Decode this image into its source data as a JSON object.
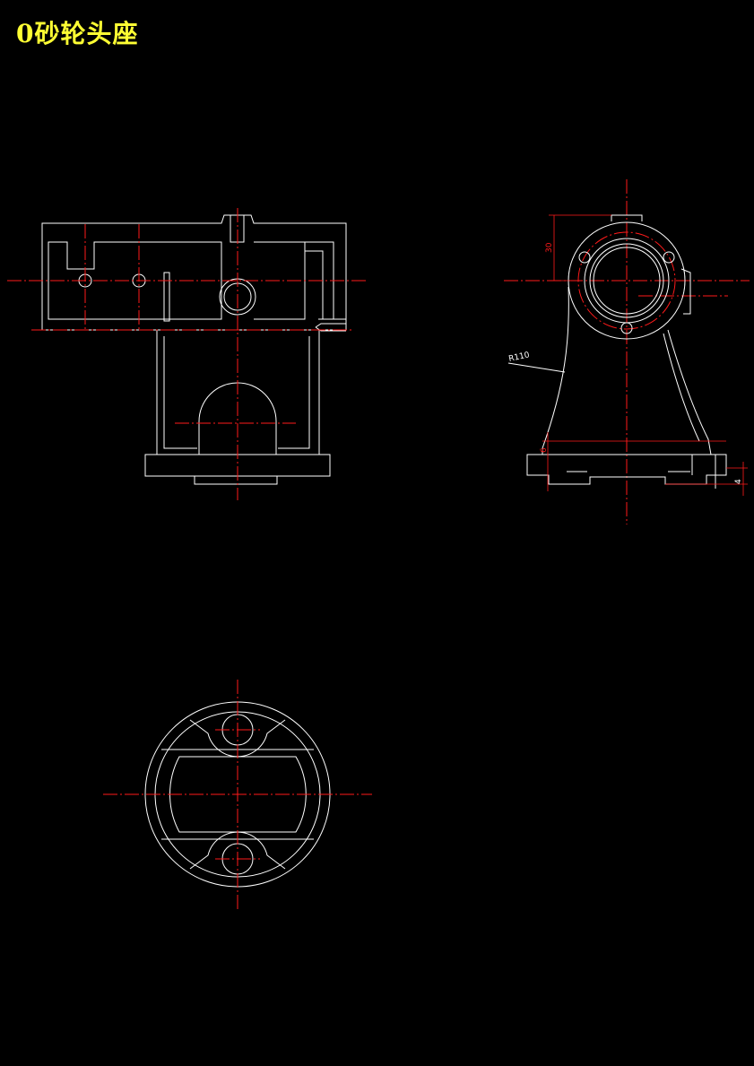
{
  "drawing": {
    "title": "0砂轮头座",
    "colors": {
      "background": "#000000",
      "title": "#ffff33",
      "outline": "#ffffff",
      "centerline": "#ff1a1a"
    }
  },
  "dimensions": {
    "height_30": "30",
    "radius_r110": "R110",
    "offset_6": "6",
    "base_4": "4"
  }
}
